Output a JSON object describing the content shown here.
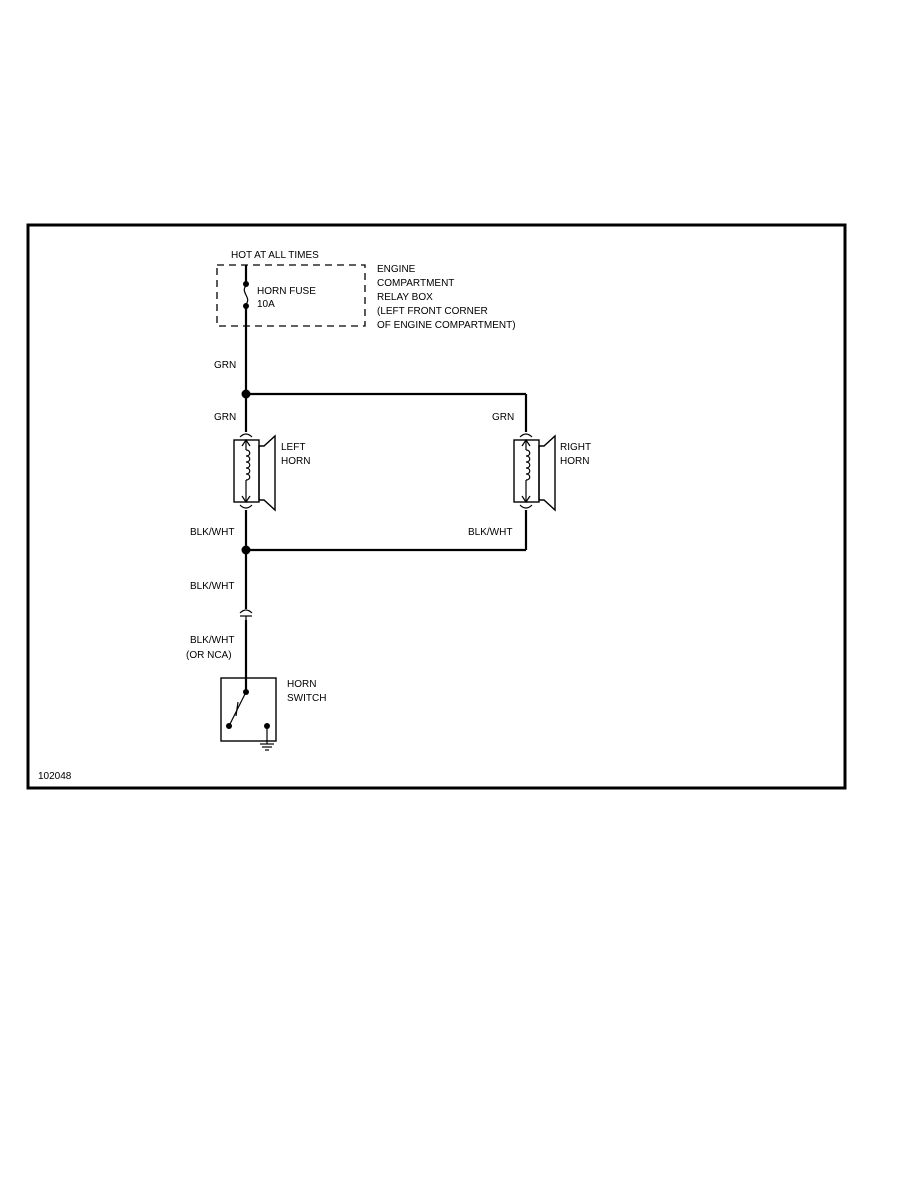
{
  "diagram": {
    "figure_id": "102048",
    "power_label": "HOT AT ALL TIMES",
    "relay_box_lines": [
      "ENGINE",
      "COMPARTMENT",
      "RELAY BOX",
      "(LEFT FRONT CORNER",
      "OF ENGINE COMPARTMENT)"
    ],
    "fuse": {
      "name": "HORN FUSE",
      "rating": "10A"
    },
    "wires": {
      "fuse_out": "GRN",
      "left_in": "GRN",
      "right_in": "GRN",
      "left_out": "BLK/WHT",
      "right_out": "BLK/WHT",
      "to_connector": "BLK/WHT",
      "to_switch_line1": "BLK/WHT",
      "to_switch_line2": "(OR NCA)"
    },
    "left_horn": [
      "LEFT",
      "HORN"
    ],
    "right_horn": [
      "RIGHT",
      "HORN"
    ],
    "switch": [
      "HORN",
      "SWITCH"
    ]
  }
}
